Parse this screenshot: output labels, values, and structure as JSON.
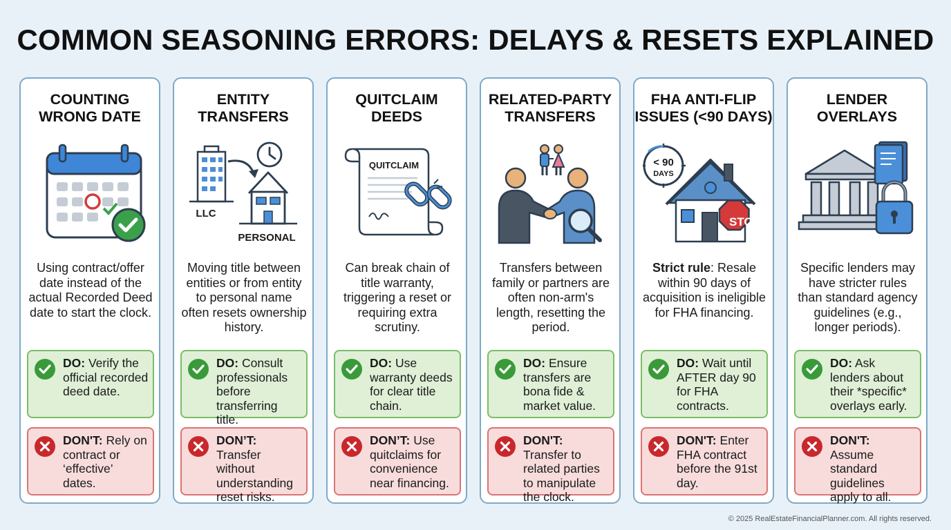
{
  "page": {
    "title": "COMMON SEASONING ERRORS: DELAYS & RESETS EXPLAINED",
    "footer": "© 2025 RealEstateFinancialPlanner.com. All rights reserved."
  },
  "cards": [
    {
      "title_line1": "COUNTING",
      "title_line2": "WRONG DATE",
      "icon": "calendar-check-icon",
      "description": "Using contract/offer date instead of the actual Recorded Deed date to start the clock.",
      "do_label": "DO:",
      "do_text": "Verify the official recorded deed date.",
      "dont_label": "DON'T:",
      "dont_text": "Rely on contract or ‘effective’ dates."
    },
    {
      "title_line1": "ENTITY",
      "title_line2": "TRANSFERS",
      "icon": "building-transfer-icon",
      "illus_label_a": "LLC",
      "illus_label_b": "PERSONAL",
      "description": "Moving title between entities or from entity to personal name often resets ownership history.",
      "do_label": "DO:",
      "do_text": "Consult professionals before transferring title.",
      "dont_label": "DON’T:",
      "dont_text": "Transfer without understanding reset risks."
    },
    {
      "title_line1": "QUITCLAIM",
      "title_line2": "DEEDS",
      "icon": "scroll-broken-chain-icon",
      "illus_label_a": "QUITCLAIM",
      "description": "Can break chain of title warranty, triggering a reset or requiring extra scrutiny.",
      "do_label": "DO:",
      "do_text": "Use warranty deeds for clear title chain.",
      "dont_label": "DON’T:",
      "dont_text": "Use quitclaims for convenience near financing."
    },
    {
      "title_line1": "RELATED-PARTY",
      "title_line2": "TRANSFERS",
      "icon": "handshake-magnifier-icon",
      "description": "Transfers between family or partners are often non-arm's length, resetting the period.",
      "do_label": "DO:",
      "do_text": "Ensure transfers are bona fide & market value.",
      "dont_label": "DON'T:",
      "dont_text": "Transfer to related parties to manipulate the clock."
    },
    {
      "title_line1": "FHA ANTI-FLIP",
      "title_line2": "ISSUES (<90 DAYS)",
      "icon": "house-stop-timer-icon",
      "illus_label_a": "< 90",
      "illus_label_b": "DAYS",
      "illus_label_c": "STOP",
      "description_bold": "Strict rule",
      "description": ": Resale within 90 days of acquisition is ineligible for FHA financing.",
      "do_label": "DO:",
      "do_text": "Wait until AFTER day 90 for FHA contracts.",
      "dont_label": "DON'T:",
      "dont_text": "Enter FHA contract before the 91st day."
    },
    {
      "title_line1": "LENDER",
      "title_line2": "OVERLAYS",
      "icon": "bank-book-lock-icon",
      "description": "Specific lenders may have stricter rules than standard agency guidelines (e.g., longer periods).",
      "do_label": "DO:",
      "do_text": "Ask lenders about their *specific* overlays early.",
      "dont_label": "DON'T:",
      "dont_text": "Assume standard guidelines apply to all."
    }
  ],
  "colors": {
    "background": "#e8f1f8",
    "card_border": "#7ea9c9",
    "do_bg": "#dff0d6",
    "do_border": "#7bbd69",
    "dont_bg": "#f8dcdc",
    "dont_border": "#d97474",
    "check_green": "#3a9a3a",
    "cross_red": "#c8282c"
  }
}
